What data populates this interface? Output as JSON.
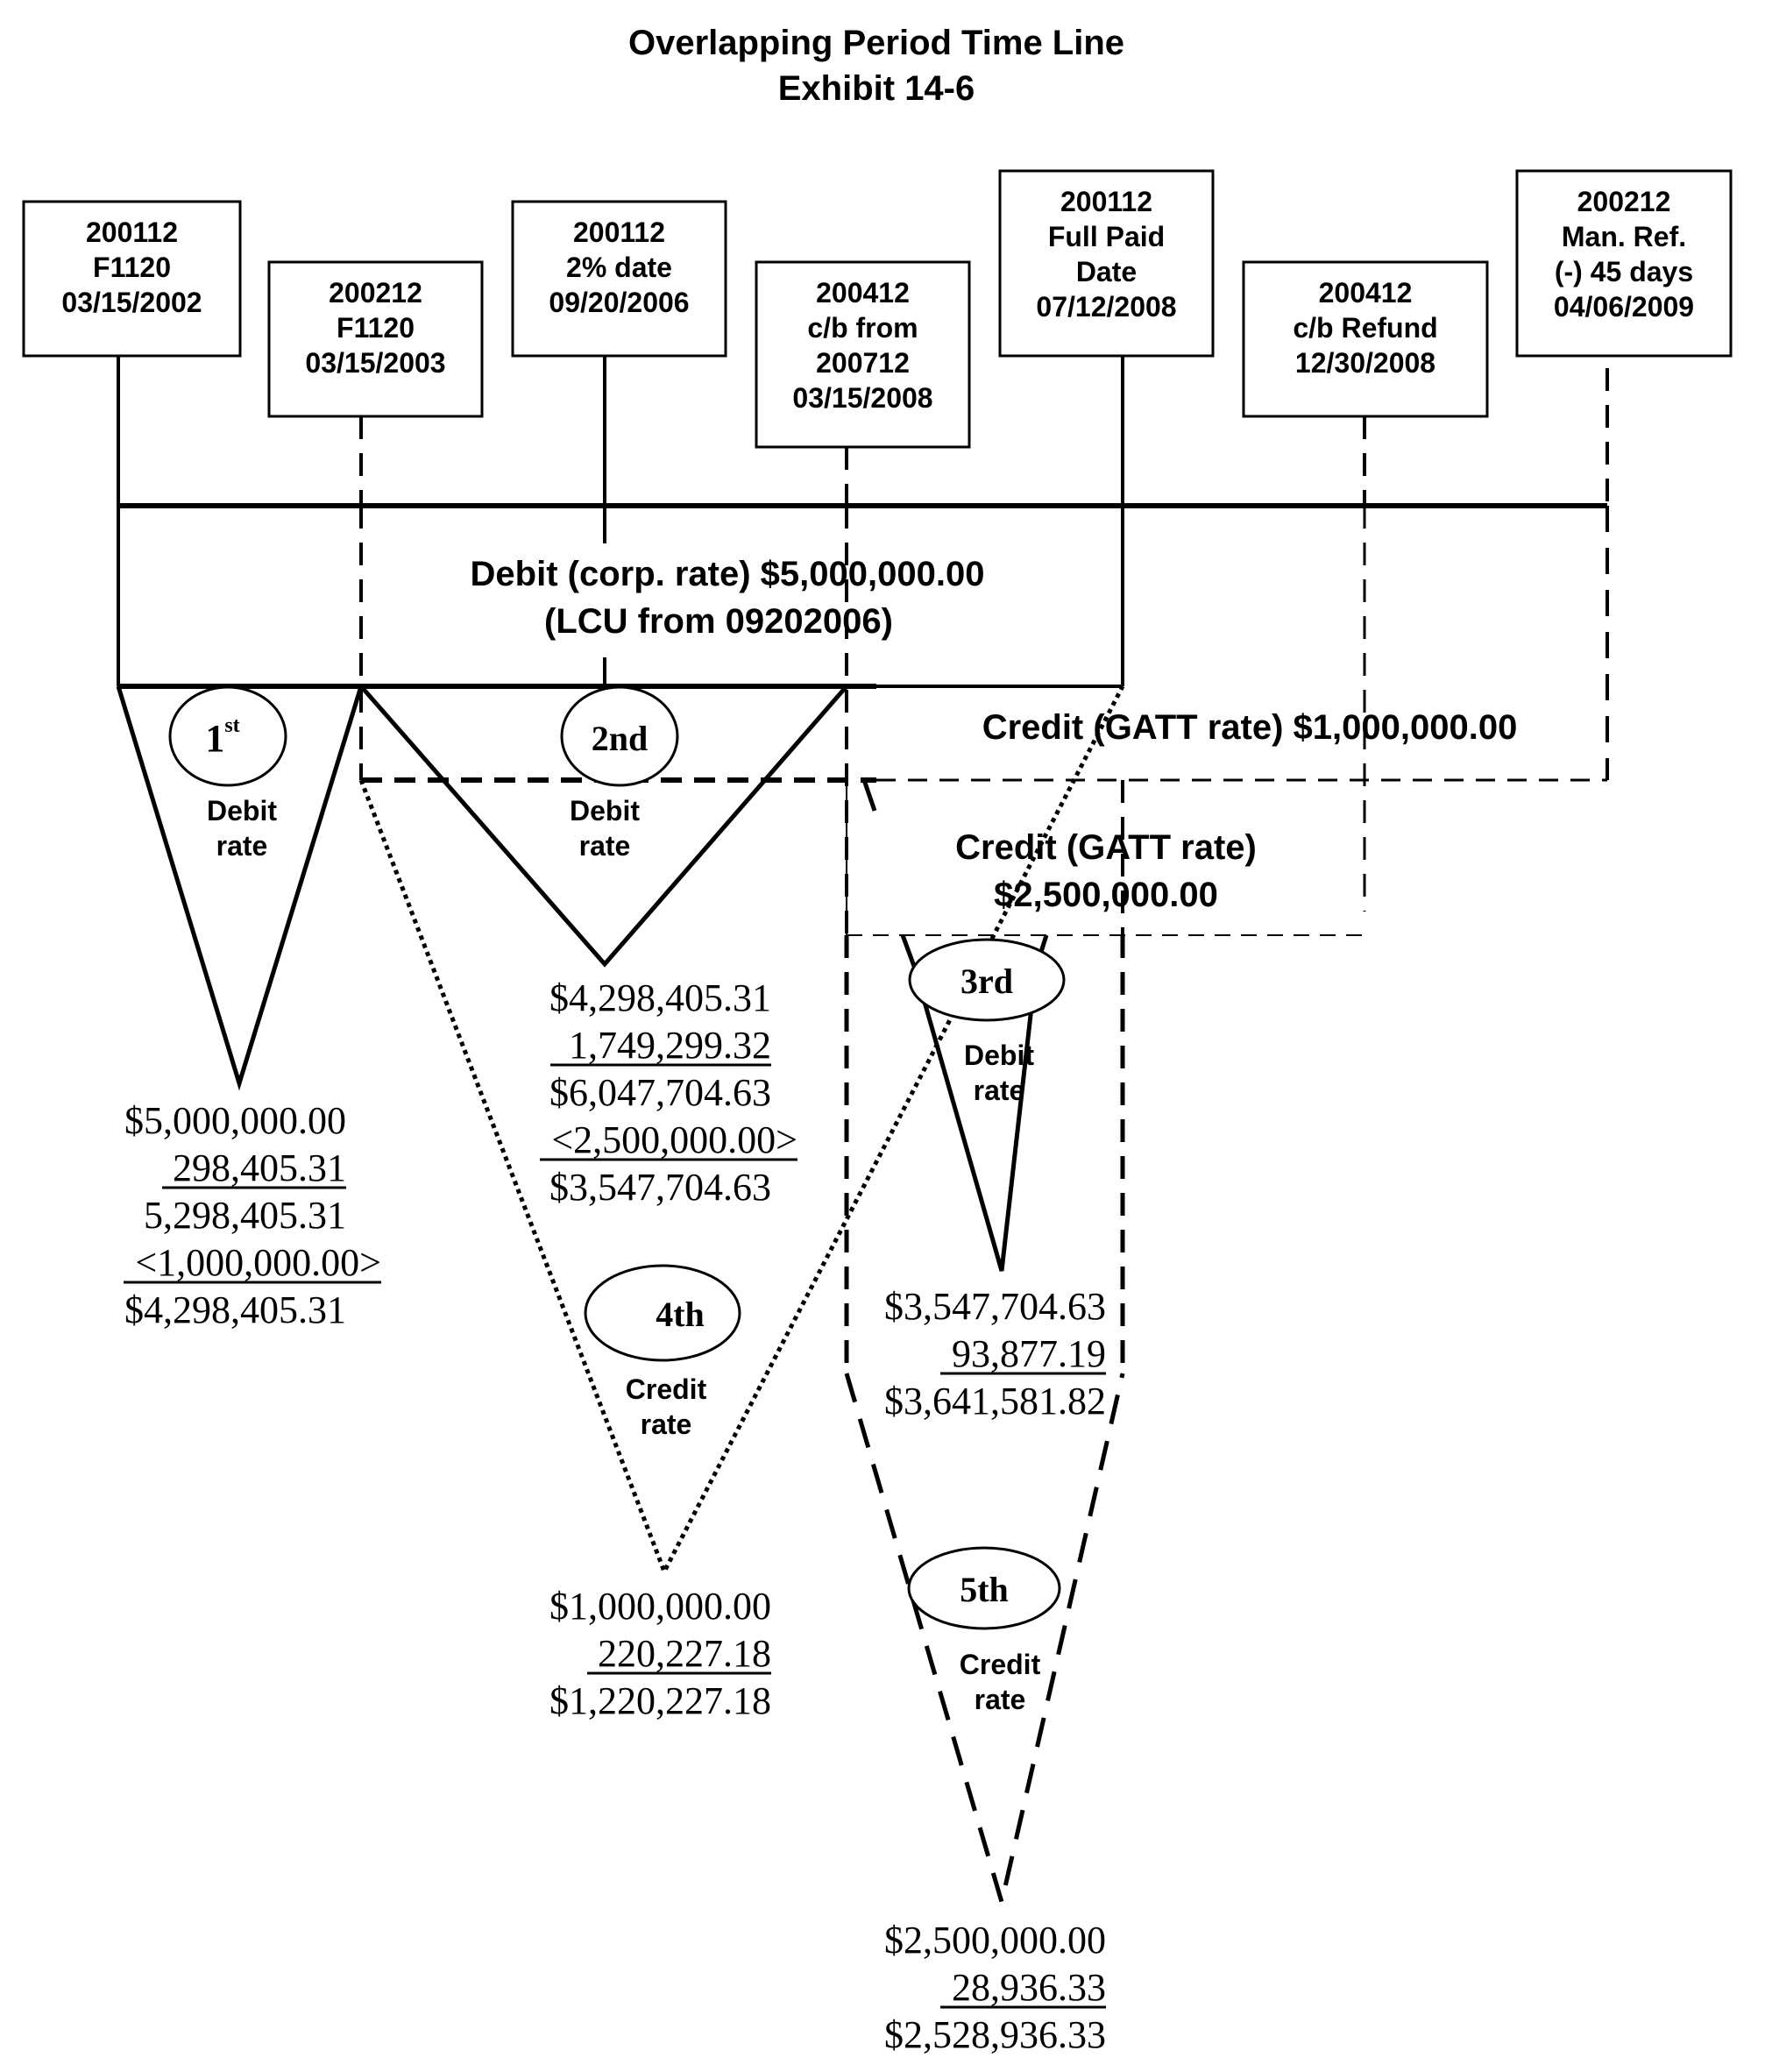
{
  "title": {
    "line1": "Overlapping Period Time Line",
    "line2": "Exhibit 14-6"
  },
  "date_boxes": [
    {
      "lines": [
        "200112",
        "F1120",
        "03/15/2002"
      ]
    },
    {
      "lines": [
        "200212",
        "F1120",
        "03/15/2003"
      ]
    },
    {
      "lines": [
        "200112",
        "2% date",
        "09/20/2006"
      ]
    },
    {
      "lines": [
        "200412",
        "c/b from",
        "200712",
        "03/15/2008"
      ]
    },
    {
      "lines": [
        "200112",
        "Full Paid",
        "Date",
        "07/12/2008"
      ]
    },
    {
      "lines": [
        "200412",
        "c/b Refund",
        "12/30/2008"
      ]
    },
    {
      "lines": [
        "200212",
        "Man. Ref.",
        "(-) 45 days",
        "04/06/2009"
      ]
    }
  ],
  "periods": {
    "debit_main": {
      "line1": "Debit (corp. rate) $5,000,000.00",
      "line2": "(LCU from 09202006)"
    },
    "credit_1": {
      "line1": "Credit (GATT rate) $1,000,000.00"
    },
    "credit_2": {
      "line1": "Credit (GATT rate)",
      "line2": "$2,500,000.00"
    }
  },
  "segments": [
    {
      "ordinal": "1",
      "suffix": "st",
      "rate_line1": "Debit",
      "rate_line2": "rate",
      "calc": [
        "$5,000,000.00",
        "298,405.31",
        "5,298,405.31",
        "<1,000,000.00>",
        "$4,298,405.31"
      ]
    },
    {
      "ordinal": "2nd",
      "rate_line1": "Debit",
      "rate_line2": "rate",
      "calc": [
        "$4,298,405.31",
        "1,749,299.32",
        "$6,047,704.63",
        "<2,500,000.00>",
        "$3,547,704.63"
      ]
    },
    {
      "ordinal": "3rd",
      "rate_line1": "Debit",
      "rate_line2": "rate",
      "calc": [
        "$3,547,704.63",
        "93,877.19",
        "$3,641,581.82"
      ]
    },
    {
      "ordinal": "4th",
      "rate_line1": "Credit",
      "rate_line2": "rate",
      "calc": [
        "$1,000,000.00",
        "220,227.18",
        "$1,220,227.18"
      ]
    },
    {
      "ordinal": "5th",
      "rate_line1": "Credit",
      "rate_line2": "rate",
      "calc": [
        "$2,500,000.00",
        "28,936.33",
        "$2,528,936.33"
      ]
    }
  ]
}
